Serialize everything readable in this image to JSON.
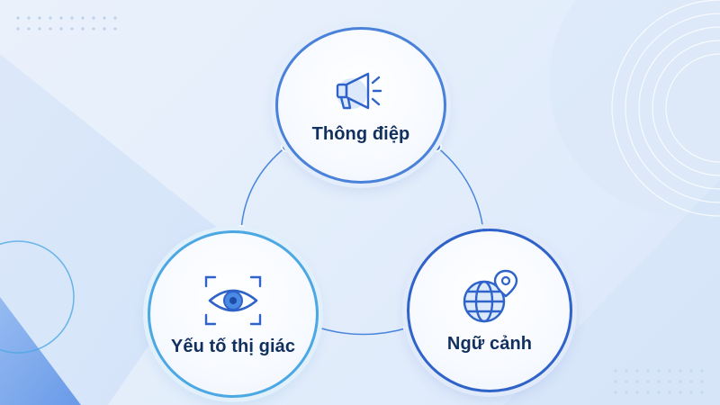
{
  "diagram": {
    "nodes": [
      {
        "id": "message",
        "label": "Thông điệp",
        "icon": "megaphone-icon"
      },
      {
        "id": "visual",
        "label": "Yếu tố thị giác",
        "icon": "eye-focus-icon"
      },
      {
        "id": "context",
        "label": "Ngữ cảnh",
        "icon": "globe-location-icon"
      }
    ],
    "connections": [
      {
        "from": "message",
        "to": "visual"
      },
      {
        "from": "message",
        "to": "context"
      },
      {
        "from": "visual",
        "to": "context"
      }
    ]
  },
  "colors": {
    "label": "#11305e",
    "icon": "#2f63c9",
    "icon_fill": "#dbe9fb",
    "connector": "#3f7dd9",
    "node_top_border": "#4a82da",
    "node_left_border": "#4ba8e3",
    "node_right_border": "#2f63c9"
  }
}
